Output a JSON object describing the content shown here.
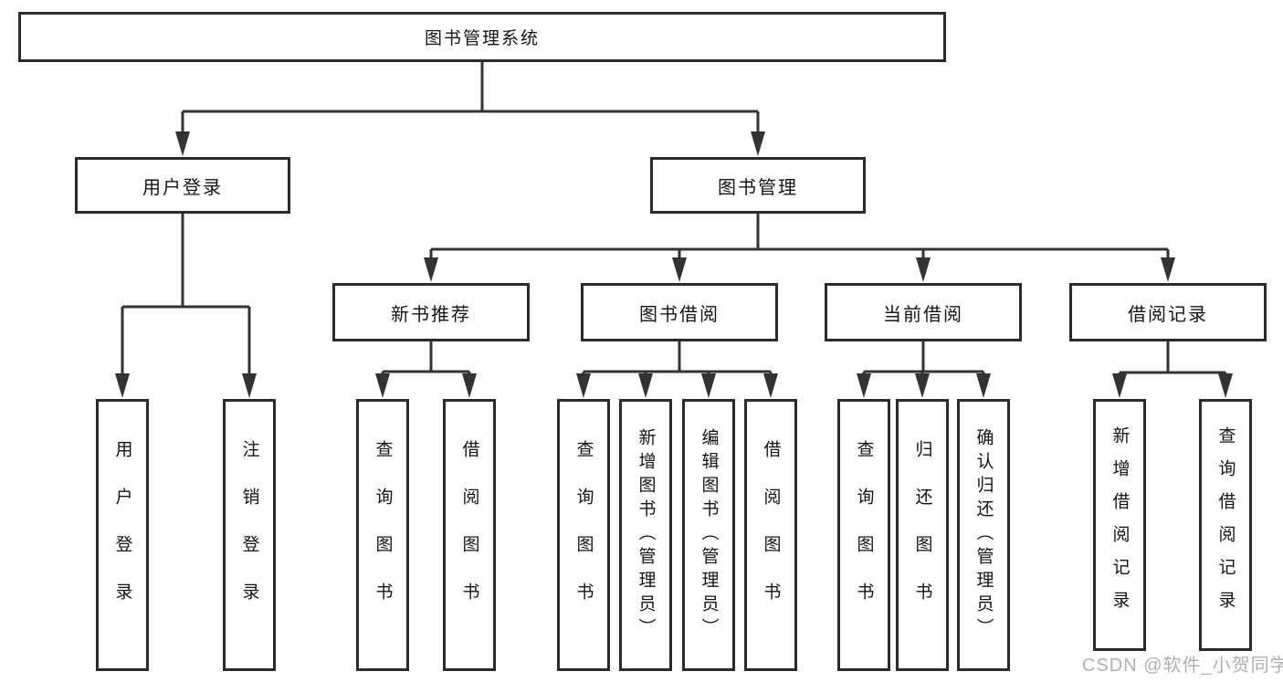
{
  "diagram": {
    "root": {
      "label": "图书管理系统",
      "children": [
        {
          "label": "用户登录",
          "children": [
            {
              "label": "用户登录"
            },
            {
              "label": "注销登录"
            }
          ]
        },
        {
          "label": "图书管理",
          "children": [
            {
              "label": "新书推荐",
              "children": [
                {
                  "label": "查询图书"
                },
                {
                  "label": "借阅图书"
                }
              ]
            },
            {
              "label": "图书借阅",
              "children": [
                {
                  "label": "查询图书"
                },
                {
                  "label": "新增图书（管理员）"
                },
                {
                  "label": "编辑图书（管理员）"
                },
                {
                  "label": "借阅图书"
                }
              ]
            },
            {
              "label": "当前借阅",
              "children": [
                {
                  "label": "查询图书"
                },
                {
                  "label": "归还图书"
                },
                {
                  "label": "确认归还（管理员）"
                }
              ]
            },
            {
              "label": "借阅记录",
              "children": [
                {
                  "label": "新增借阅记录"
                },
                {
                  "label": "查询借阅记录"
                }
              ]
            }
          ]
        }
      ]
    },
    "watermark": "CSDN @软件_小贺同学",
    "colors": {
      "line": "#333333",
      "border": "#2b2b2b",
      "text": "#141414",
      "watermark": "#a8a8a8",
      "background": "#ffffff"
    }
  }
}
